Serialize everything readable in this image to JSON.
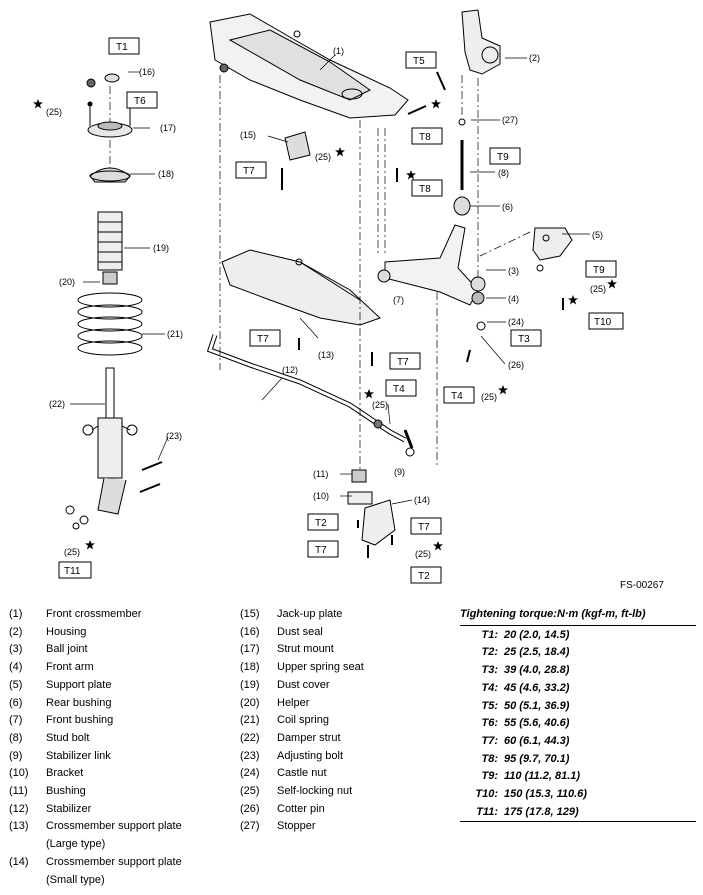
{
  "figure_id": "FS-00267",
  "callouts": {
    "n1": "(1)",
    "n2": "(2)",
    "n3": "(3)",
    "n4": "(4)",
    "n5": "(5)",
    "n6": "(6)",
    "n7": "(7)",
    "n8": "(8)",
    "n9": "(9)",
    "n10": "(10)",
    "n11": "(11)",
    "n12": "(12)",
    "n13": "(13)",
    "n14": "(14)",
    "n15": "(15)",
    "n16": "(16)",
    "n17": "(17)",
    "n18": "(18)",
    "n19": "(19)",
    "n20": "(20)",
    "n21": "(21)",
    "n22": "(22)",
    "n23": "(23)",
    "n24": "(24)",
    "n25": "(25)",
    "n26": "(26)",
    "n27": "(27)"
  },
  "torque_boxes": {
    "t1": "T1",
    "t2": "T2",
    "t3": "T3",
    "t4": "T4",
    "t5": "T5",
    "t6": "T6",
    "t7": "T7",
    "t8": "T8",
    "t9": "T9",
    "t10": "T10",
    "t11": "T11"
  },
  "legend_left": [
    {
      "num": "(1)",
      "name": "Front crossmember"
    },
    {
      "num": "(2)",
      "name": "Housing"
    },
    {
      "num": "(3)",
      "name": "Ball joint"
    },
    {
      "num": "(4)",
      "name": "Front arm"
    },
    {
      "num": "(5)",
      "name": "Support plate"
    },
    {
      "num": "(6)",
      "name": "Rear bushing"
    },
    {
      "num": "(7)",
      "name": "Front bushing"
    },
    {
      "num": "(8)",
      "name": "Stud bolt"
    },
    {
      "num": "(9)",
      "name": "Stabilizer link"
    },
    {
      "num": "(10)",
      "name": "Bracket"
    },
    {
      "num": "(11)",
      "name": "Bushing"
    },
    {
      "num": "(12)",
      "name": "Stabilizer"
    },
    {
      "num": "(13)",
      "name": "Crossmember support plate",
      "sub": "(Large type)"
    },
    {
      "num": "(14)",
      "name": "Crossmember support plate",
      "sub": "(Small type)"
    }
  ],
  "legend_right": [
    {
      "num": "(15)",
      "name": "Jack-up plate"
    },
    {
      "num": "(16)",
      "name": "Dust seal"
    },
    {
      "num": "(17)",
      "name": "Strut mount"
    },
    {
      "num": "(18)",
      "name": "Upper spring seat"
    },
    {
      "num": "(19)",
      "name": "Dust cover"
    },
    {
      "num": "(20)",
      "name": "Helper"
    },
    {
      "num": "(21)",
      "name": "Coil spring"
    },
    {
      "num": "(22)",
      "name": "Damper strut"
    },
    {
      "num": "(23)",
      "name": "Adjusting bolt"
    },
    {
      "num": "(24)",
      "name": "Castle nut"
    },
    {
      "num": "(25)",
      "name": "Self-locking nut"
    },
    {
      "num": "(26)",
      "name": "Cotter pin"
    },
    {
      "num": "(27)",
      "name": "Stopper"
    }
  ],
  "torque_table": {
    "title": "Tightening torque:N·m (kgf-m, ft-lb)",
    "rows": [
      {
        "code": "T1:",
        "value": "20 (2.0, 14.5)"
      },
      {
        "code": "T2:",
        "value": "25 (2.5, 18.4)"
      },
      {
        "code": "T3:",
        "value": "39 (4.0, 28.8)"
      },
      {
        "code": "T4:",
        "value": "45 (4.6, 33.2)"
      },
      {
        "code": "T5:",
        "value": "50 (5.1, 36.9)"
      },
      {
        "code": "T6:",
        "value": "55 (5.6, 40.6)"
      },
      {
        "code": "T7:",
        "value": "60 (6.1, 44.3)"
      },
      {
        "code": "T8:",
        "value": "95 (9.7, 70.1)"
      },
      {
        "code": "T9:",
        "value": "110 (11.2, 81.1)"
      },
      {
        "code": "T10:",
        "value": "150 (15.3, 110.6)"
      },
      {
        "code": "T11:",
        "value": "175 (17.8, 129)"
      }
    ]
  }
}
